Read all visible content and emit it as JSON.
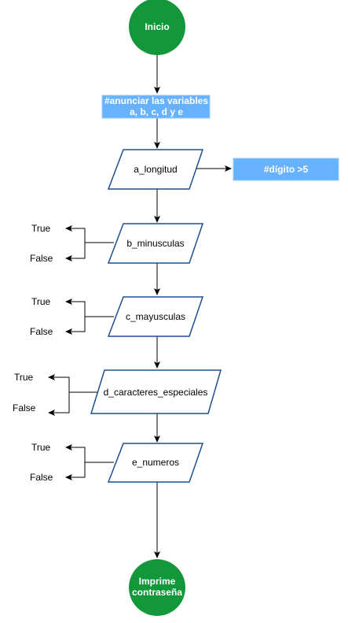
{
  "diagram": {
    "start": {
      "label": "Inicio"
    },
    "note": {
      "line1": "#anunciar las variables",
      "line2": "a, b, c, d y e"
    },
    "steps": [
      {
        "id": "a",
        "label": "a_longitud"
      },
      {
        "id": "b",
        "label": "b_minusculas"
      },
      {
        "id": "c",
        "label": "c_mayusculas"
      },
      {
        "id": "d",
        "label": "d_caracteres_especiales"
      },
      {
        "id": "e",
        "label": "e_numeros"
      }
    ],
    "side_note": {
      "label": "#dígito >5"
    },
    "branches": {
      "true_label": "True",
      "false_label": "False"
    },
    "end": {
      "line1": "Imprime",
      "line2": "contraseña"
    }
  },
  "colors": {
    "terminal_fill": "#12983b",
    "note_fill": "#66b2ff",
    "parallelogram_stroke": "#1e4e8f",
    "line": "#000000"
  }
}
